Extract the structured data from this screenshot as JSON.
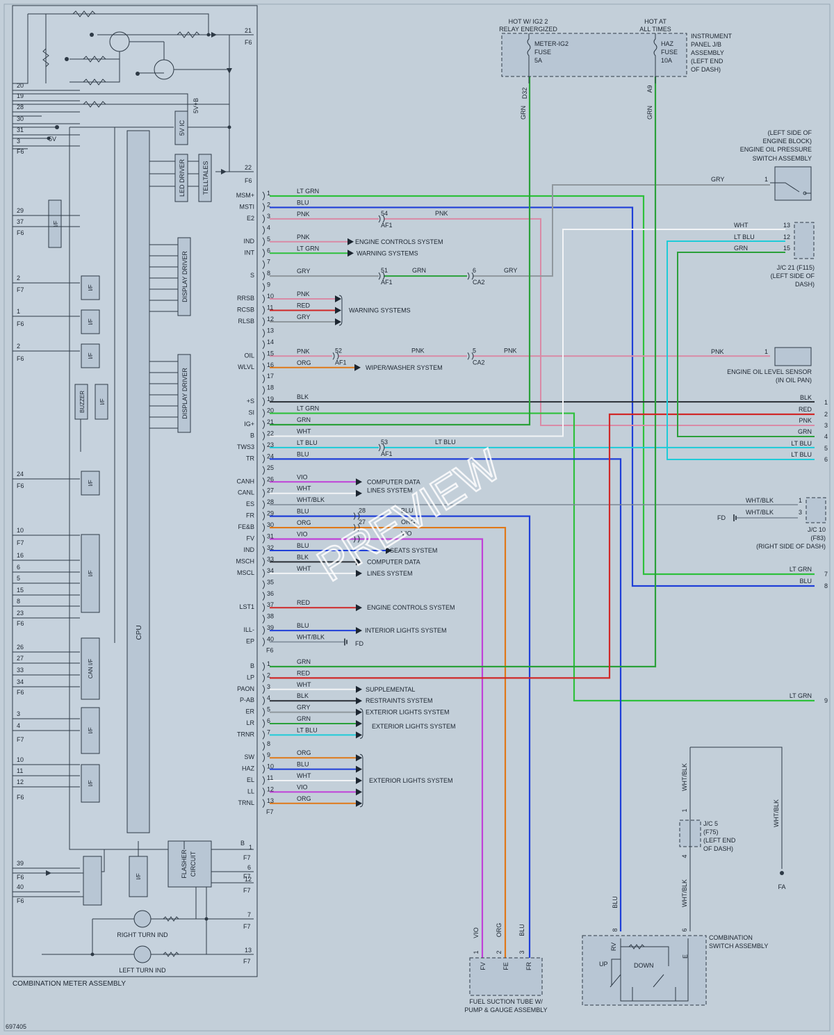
{
  "colors": {
    "LT GRN": "#2ec03c",
    "GRN": "#2aa03a",
    "BLU": "#1f3fd8",
    "LT BLU": "#1ecbd8",
    "PNK": "#d98aa6",
    "GRY": "#8f979d",
    "RED": "#d02828",
    "ORG": "#e07818",
    "VIO": "#c040d8",
    "WHT": "#f2f4f6",
    "BLK": "#2a2f35",
    "WHT/BLK": "#7b8794"
  },
  "watermark": "PREVIEW",
  "figure_id": "697405",
  "meter": {
    "title": "COMBINATION METER ASSEMBLY",
    "cpu": "CPU",
    "ic": "5V IC",
    "v5b": "5V+B",
    "v5": "5V",
    "led_driver": "LED DRIVER",
    "telltales": "TELLTALES",
    "display_driver": "DISPLAY DRIVER",
    "buzzer": "BUZZER",
    "iif": "I/F",
    "can_if": "CAN I/F",
    "flasher": "FLASHER CIRCUIT",
    "right_turn": "RIGHT TURN IND",
    "left_turn": "LEFT TURN IND"
  },
  "left_pins": [
    {
      "t": "20"
    },
    {
      "t": "19"
    },
    {
      "t": "28"
    },
    {
      "t": "30"
    },
    {
      "t": "31"
    },
    {
      "t": "3"
    },
    {
      "t": "F6"
    },
    {
      "t": "29"
    },
    {
      "t": "37"
    },
    {
      "t": "F6"
    },
    {
      "t": "2"
    },
    {
      "t": "F7"
    },
    {
      "t": "1"
    },
    {
      "t": "F6"
    },
    {
      "t": "2"
    },
    {
      "t": "F6"
    },
    {
      "t": "24"
    },
    {
      "t": "F6"
    },
    {
      "t": "10"
    },
    {
      "t": "F7"
    },
    {
      "t": "16"
    },
    {
      "t": "6"
    },
    {
      "t": "5"
    },
    {
      "t": "15"
    },
    {
      "t": "8"
    },
    {
      "t": "23"
    },
    {
      "t": "F6"
    },
    {
      "t": "26"
    },
    {
      "t": "27"
    },
    {
      "t": "33"
    },
    {
      "t": "34"
    },
    {
      "t": "F6"
    },
    {
      "t": "3"
    },
    {
      "t": "4"
    },
    {
      "t": "F7"
    },
    {
      "t": "10"
    },
    {
      "t": "11"
    },
    {
      "t": "12"
    },
    {
      "t": "F6"
    },
    {
      "t": "39"
    },
    {
      "t": "F6"
    },
    {
      "t": "40"
    },
    {
      "t": "F6"
    }
  ],
  "top_pins": [
    {
      "pin": "21",
      "conn": "F6"
    },
    {
      "pin": "22",
      "conn": "F6"
    }
  ],
  "f6_rows": [
    {
      "sig": "MSM+",
      "pin": "1",
      "wire": "LT GRN"
    },
    {
      "sig": "MSTI",
      "pin": "2",
      "wire": "BLU"
    },
    {
      "sig": "E2",
      "pin": "3",
      "wire": "PNK"
    },
    {
      "sig": "",
      "pin": "4",
      "wire": ""
    },
    {
      "sig": "IND",
      "pin": "5",
      "wire": "PNK"
    },
    {
      "sig": "INT",
      "pin": "6",
      "wire": "LT GRN"
    },
    {
      "sig": "",
      "pin": "7",
      "wire": ""
    },
    {
      "sig": "S",
      "pin": "8",
      "wire": "GRY"
    },
    {
      "sig": "",
      "pin": "9",
      "wire": ""
    },
    {
      "sig": "RRSB",
      "pin": "10",
      "wire": "PNK"
    },
    {
      "sig": "RCSB",
      "pin": "11",
      "wire": "RED"
    },
    {
      "sig": "RLSB",
      "pin": "12",
      "wire": "GRY"
    },
    {
      "sig": "",
      "pin": "13",
      "wire": ""
    },
    {
      "sig": "",
      "pin": "14",
      "wire": ""
    },
    {
      "sig": "OIL",
      "pin": "15",
      "wire": "PNK"
    },
    {
      "sig": "WLVL",
      "pin": "16",
      "wire": "ORG"
    },
    {
      "sig": "",
      "pin": "17",
      "wire": ""
    },
    {
      "sig": "",
      "pin": "18",
      "wire": ""
    },
    {
      "sig": "+S",
      "pin": "19",
      "wire": "BLK"
    },
    {
      "sig": "SI",
      "pin": "20",
      "wire": "LT GRN"
    },
    {
      "sig": "IG+",
      "pin": "21",
      "wire": "GRN"
    },
    {
      "sig": "B",
      "pin": "22",
      "wire": "WHT"
    },
    {
      "sig": "TWS3",
      "pin": "23",
      "wire": "LT BLU"
    },
    {
      "sig": "TR",
      "pin": "24",
      "wire": "BLU"
    },
    {
      "sig": "",
      "pin": "25",
      "wire": ""
    },
    {
      "sig": "CANH",
      "pin": "26",
      "wire": "VIO"
    },
    {
      "sig": "CANL",
      "pin": "27",
      "wire": "WHT"
    },
    {
      "sig": "ES",
      "pin": "28",
      "wire": "WHT/BLK"
    },
    {
      "sig": "FR",
      "pin": "29",
      "wire": "BLU"
    },
    {
      "sig": "FE&B",
      "pin": "30",
      "wire": "ORG"
    },
    {
      "sig": "FV",
      "pin": "31",
      "wire": "VIO"
    },
    {
      "sig": "IND",
      "pin": "32",
      "wire": "BLU"
    },
    {
      "sig": "MSCH",
      "pin": "33",
      "wire": "BLK"
    },
    {
      "sig": "MSCL",
      "pin": "34",
      "wire": "WHT"
    },
    {
      "sig": "",
      "pin": "35",
      "wire": ""
    },
    {
      "sig": "",
      "pin": "36",
      "wire": ""
    },
    {
      "sig": "LST1",
      "pin": "37",
      "wire": "RED"
    },
    {
      "sig": "",
      "pin": "38",
      "wire": ""
    },
    {
      "sig": "ILL-",
      "pin": "39",
      "wire": "BLU"
    },
    {
      "sig": "EP",
      "pin": "40",
      "wire": "WHT/BLK"
    }
  ],
  "f7_rows": [
    {
      "sig": "B",
      "pin": "1",
      "wire": "GRN"
    },
    {
      "sig": "LP",
      "pin": "2",
      "wire": "RED"
    },
    {
      "sig": "PAON",
      "pin": "3",
      "wire": "WHT"
    },
    {
      "sig": "P-AB",
      "pin": "4",
      "wire": "BLK"
    },
    {
      "sig": "ER",
      "pin": "5",
      "wire": "GRY"
    },
    {
      "sig": "LR",
      "pin": "6",
      "wire": "GRN"
    },
    {
      "sig": "TRNR",
      "pin": "7",
      "wire": "LT BLU"
    },
    {
      "sig": "",
      "pin": "8",
      "wire": ""
    },
    {
      "sig": "SW",
      "pin": "9",
      "wire": "ORG"
    },
    {
      "sig": "HAZ",
      "pin": "10",
      "wire": "BLU"
    },
    {
      "sig": "EL",
      "pin": "11",
      "wire": "WHT"
    },
    {
      "sig": "LL",
      "pin": "12",
      "wire": "VIO"
    },
    {
      "sig": "TRNL",
      "pin": "13",
      "wire": "ORG"
    }
  ],
  "conn_f6": "F6",
  "conn_f7": "F7",
  "systems": [
    {
      "t": "ENGINE CONTROLS SYSTEM",
      "row": "f6.4"
    },
    {
      "t": "WARNING SYSTEMS",
      "row": "f6.5"
    },
    {
      "t": "WARNING SYSTEMS",
      "row": "f6.10"
    },
    {
      "t": "WIPER/WASHER SYSTEM",
      "row": "f6.15"
    },
    {
      "t": "COMPUTER DATA",
      "row": "f6.25"
    },
    {
      "t": "LINES SYSTEM",
      "row": "f6.25b"
    },
    {
      "t": "SEATS SYSTEM",
      "row": "f6.31"
    },
    {
      "t": "COMPUTER DATA",
      "row": "f6.32"
    },
    {
      "t": "LINES SYSTEM",
      "row": "f6.33"
    },
    {
      "t": "ENGINE CONTROLS SYSTEM",
      "row": "f6.36"
    },
    {
      "t": "INTERIOR LIGHTS SYSTEM",
      "row": "f6.38"
    },
    {
      "t": "SUPPLEMENTAL",
      "row": "f7.2"
    },
    {
      "t": "RESTRAINTS SYSTEM",
      "row": "f7.3"
    },
    {
      "t": "EXTERIOR LIGHTS SYSTEM",
      "row": "f7.4"
    },
    {
      "t": "EXTERIOR LIGHTS SYSTEM",
      "row": "f7.5"
    },
    {
      "t": "EXTERIOR LIGHTS SYSTEM",
      "row": "f7.10"
    }
  ],
  "junctions": [
    {
      "pin": "54",
      "conn": "AF1",
      "wire": "PNK"
    },
    {
      "pin": "51",
      "conn": "AF1",
      "wire": "GRN"
    },
    {
      "pin": "6",
      "conn": "CA2",
      "wire": "GRY"
    },
    {
      "pin": "52",
      "conn": "AF1",
      "wire": "PNK"
    },
    {
      "pin": "5",
      "conn": "CA2",
      "wire": "PNK"
    },
    {
      "pin": "53",
      "conn": "AF1",
      "wire": "LT BLU"
    },
    {
      "pin": "28",
      "conn": "",
      "wire": "BLU"
    },
    {
      "pin": "27",
      "conn": "",
      "wire": "ORG"
    },
    {
      "pin": "",
      "conn": "",
      "wire": "VIO"
    }
  ],
  "fd_label": "FD",
  "fa_label": "FA",
  "fuse_box": {
    "hot_ig": [
      "HOT W/ IG2 2",
      "RELAY ENERGIZED"
    ],
    "hot_all": [
      "HOT AT",
      "ALL TIMES"
    ],
    "fuse1": [
      "METER-IG2",
      "FUSE",
      "5A"
    ],
    "fuse2": [
      "HAZ",
      "FUSE",
      "10A"
    ],
    "label": [
      "INSTRUMENT",
      "PANEL J/B",
      "ASSEMBLY",
      "(LEFT END",
      "OF DASH)"
    ],
    "pin1": "D32",
    "pin2": "A9",
    "wire1": "GRN",
    "wire2": "GRN"
  },
  "oil_switch": {
    "label": [
      "(LEFT SIDE OF",
      "ENGINE BLOCK)",
      "ENGINE OIL PRESSURE",
      "SWITCH ASSEMBLY"
    ],
    "wire": "GRY",
    "pin": "1"
  },
  "jc21": {
    "label": [
      "J/C 21 (F115)",
      "(LEFT SIDE OF",
      "DASH)"
    ],
    "rows": [
      {
        "wire": "WHT",
        "pin": "13"
      },
      {
        "wire": "LT BLU",
        "pin": "12"
      },
      {
        "wire": "GRN",
        "pin": "15"
      }
    ]
  },
  "oil_level": {
    "label": [
      "ENGINE OIL LEVEL SENSOR",
      "(IN OIL PAN)"
    ],
    "wire": "PNK",
    "pin": "1"
  },
  "right_bus": [
    {
      "wire": "BLK",
      "num": "1"
    },
    {
      "wire": "RED",
      "num": "2"
    },
    {
      "wire": "PNK",
      "num": "3"
    },
    {
      "wire": "GRN",
      "num": "4"
    },
    {
      "wire": "LT BLU",
      "num": "5"
    },
    {
      "wire": "LT BLU",
      "num": "6"
    }
  ],
  "jc10": {
    "label": [
      "J/C 10",
      "(F83)",
      "(RIGHT SIDE OF DASH)"
    ],
    "rows": [
      {
        "wire": "WHT/BLK",
        "pin": "1"
      },
      {
        "wire": "WHT/BLK",
        "pin": "3"
      }
    ]
  },
  "right_ends": [
    {
      "wire": "LT GRN",
      "num": "7"
    },
    {
      "wire": "BLU",
      "num": "8"
    },
    {
      "wire": "LT GRN",
      "num": "9"
    }
  ],
  "jc5": {
    "label": [
      "J/C 5",
      "(F75)",
      "(LEFT END",
      "OF DASH)"
    ],
    "pin_top": "1",
    "pin_bot": "4",
    "wire_top": "WHT/BLK",
    "wire_bot": "WHT/BLK",
    "wire_right": "WHT/BLK"
  },
  "fuel": {
    "label": [
      "FUEL SUCTION TUBE W/",
      "PUMP & GAUGE ASSEMBLY"
    ],
    "pins": [
      {
        "pin": "1",
        "sig": "FV",
        "wire": "VIO"
      },
      {
        "pin": "2",
        "sig": "FE",
        "wire": "ORG"
      },
      {
        "pin": "3",
        "sig": "FR",
        "wire": "BLU"
      }
    ]
  },
  "comb_switch": {
    "label": [
      "COMBINATION",
      "SWITCH ASSEMBLY"
    ],
    "up": "UP",
    "down": "DOWN",
    "rv": "RV",
    "e": "E",
    "pin_rv": "8",
    "pin_e": "6",
    "wire_rv": "BLU",
    "wire_e": "WHT/BLK"
  },
  "bottom_right_pins": [
    {
      "pin": "1",
      "conn": "F7",
      "sig": "B"
    },
    {
      "pin": "6",
      "conn": "F7",
      "sig": ""
    },
    {
      "pin": "12",
      "conn": "F7",
      "sig": ""
    },
    {
      "pin": "7",
      "conn": "F7",
      "sig": ""
    },
    {
      "pin": "13",
      "conn": "F7",
      "sig": ""
    }
  ]
}
